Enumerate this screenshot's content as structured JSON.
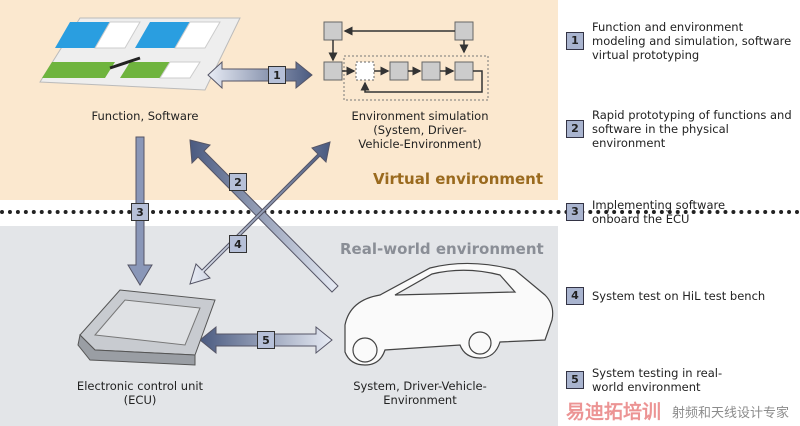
{
  "labels": {
    "function_software": "Function, Software",
    "environment_simulation": "Environment simulation\n(System, Driver-\nVehicle-Environment)",
    "ecu": "Electronic control unit\n(ECU)",
    "system_dve": "System, Driver-Vehicle-\nEnvironment",
    "virtual_environment": "Virtual environment",
    "real_world_environment": "Real-world environment"
  },
  "arrow_numbers": [
    "1",
    "2",
    "3",
    "4",
    "5"
  ],
  "legend": [
    {
      "num": "1",
      "text": "Function and environment modeling and simulation, software virtual prototyping"
    },
    {
      "num": "2",
      "text": "Rapid prototyping of functions and software in the physical environment"
    },
    {
      "num": "3",
      "text": "Implementing software onboard the ECU"
    },
    {
      "num": "4",
      "text": "System test on HiL test bench"
    },
    {
      "num": "5",
      "text": "System testing in real-world environment"
    }
  ],
  "watermark": {
    "line1": "易迪拓培训",
    "line2": "射频和天线设计专家"
  },
  "colors": {
    "virtual_bg": "#fbe8cf",
    "real_bg": "#e3e5e8",
    "virtual_title": "#9a6a1e",
    "real_title": "#8a8e96",
    "badge": "#a9b4cf",
    "arrow_dark": "#4a5a80"
  }
}
